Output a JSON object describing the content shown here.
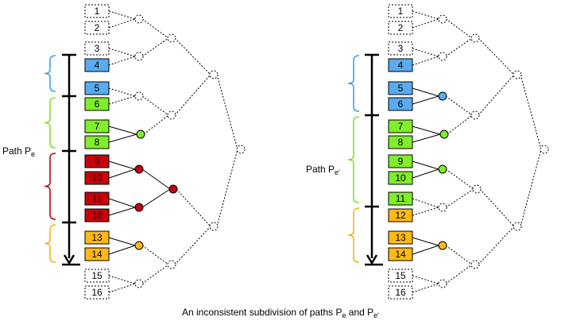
{
  "colors": {
    "blue": "#5aabf0",
    "green": "#80ee2a",
    "red": "#c8000c",
    "orange": "#ffb914",
    "white": "#ffffff",
    "line": "#000000",
    "blue_brace": "#3ea0ee",
    "green_brace": "#84e12e",
    "red_brace": "#b80c12",
    "orange_brace": "#f7b21e"
  },
  "left": {
    "path_label": "Path P",
    "path_sub": "e",
    "leaves": [
      {
        "label": "1",
        "color": "white"
      },
      {
        "label": "2",
        "color": "white"
      },
      {
        "label": "3",
        "color": "white"
      },
      {
        "label": "4",
        "color": "blue"
      },
      {
        "label": "5",
        "color": "blue"
      },
      {
        "label": "6",
        "color": "green"
      },
      {
        "label": "7",
        "color": "green"
      },
      {
        "label": "8",
        "color": "green"
      },
      {
        "label": "9",
        "color": "red"
      },
      {
        "label": "10",
        "color": "red"
      },
      {
        "label": "11",
        "color": "red"
      },
      {
        "label": "12",
        "color": "red"
      },
      {
        "label": "13",
        "color": "orange"
      },
      {
        "label": "14",
        "color": "orange"
      },
      {
        "label": "15",
        "color": "white"
      },
      {
        "label": "16",
        "color": "white"
      }
    ]
  },
  "right": {
    "path_label": "Path P",
    "path_sub": "e′",
    "leaves": [
      {
        "label": "1",
        "color": "white"
      },
      {
        "label": "2",
        "color": "white"
      },
      {
        "label": "3",
        "color": "white"
      },
      {
        "label": "4",
        "color": "blue"
      },
      {
        "label": "5",
        "color": "blue"
      },
      {
        "label": "6",
        "color": "blue"
      },
      {
        "label": "7",
        "color": "green"
      },
      {
        "label": "8",
        "color": "green"
      },
      {
        "label": "9",
        "color": "green"
      },
      {
        "label": "10",
        "color": "green"
      },
      {
        "label": "11",
        "color": "green"
      },
      {
        "label": "12",
        "color": "orange"
      },
      {
        "label": "13",
        "color": "orange"
      },
      {
        "label": "14",
        "color": "orange"
      },
      {
        "label": "15",
        "color": "white"
      },
      {
        "label": "16",
        "color": "white"
      }
    ]
  },
  "caption": {
    "prefix": "An inconsistent subdivision of paths P",
    "sub1": "e",
    "mid": " and P",
    "sub2": "e′"
  }
}
